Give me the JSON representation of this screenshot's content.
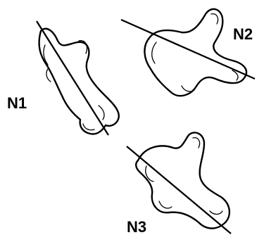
{
  "shapes": [
    {
      "label": "N1"
    },
    {
      "label": "N2"
    },
    {
      "label": "N3"
    }
  ]
}
